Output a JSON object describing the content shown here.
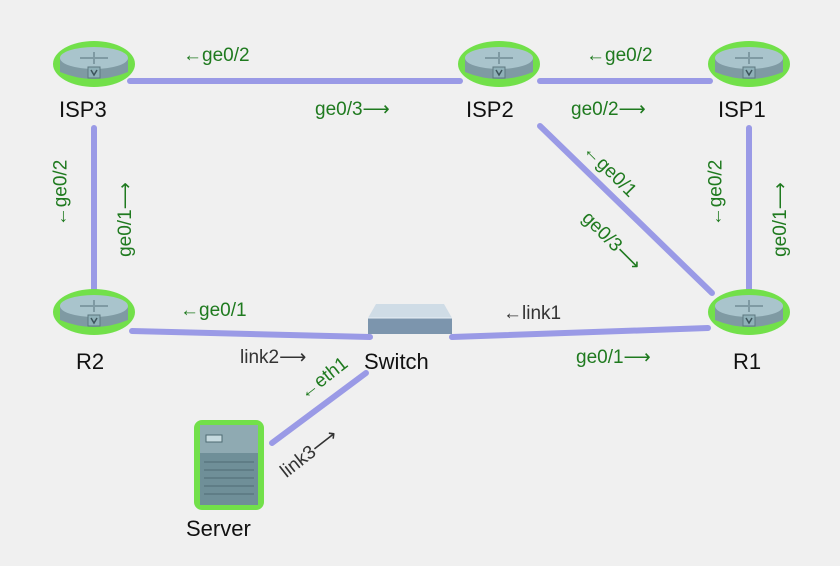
{
  "nodes": {
    "isp3": {
      "label": "ISP3"
    },
    "isp2": {
      "label": "ISP2"
    },
    "isp1": {
      "label": "ISP1"
    },
    "r2": {
      "label": "R2"
    },
    "r1": {
      "label": "R1"
    },
    "switch": {
      "label": "Switch"
    },
    "server": {
      "label": "Server"
    }
  },
  "interfaces": {
    "isp3_isp2_left": "←ge0/2",
    "isp3_isp2_right": "ge0/3⟶",
    "isp2_isp1_left": "←ge0/2",
    "isp2_isp1_right": "ge0/2⟶",
    "isp3_r2_left": "←ge0/2",
    "isp3_r2_right": "ge0/1⟶",
    "isp1_r1_left": "←ge0/2",
    "isp1_r1_right": "ge0/1⟶",
    "isp2_r1_top": "←ge0/1",
    "isp2_r1_bottom": "ge0/3⟶",
    "r2_switch": "←ge0/1",
    "r1_switch": "ge0/1⟶",
    "switch_server": "←eth1"
  },
  "links": {
    "link1": "←link1",
    "link2": "link2⟶",
    "link3": "link3⟶"
  },
  "colors": {
    "link_line": "#9a9ae6",
    "router_glow": "#72e04a",
    "interface_text": "#1f7a1f"
  }
}
